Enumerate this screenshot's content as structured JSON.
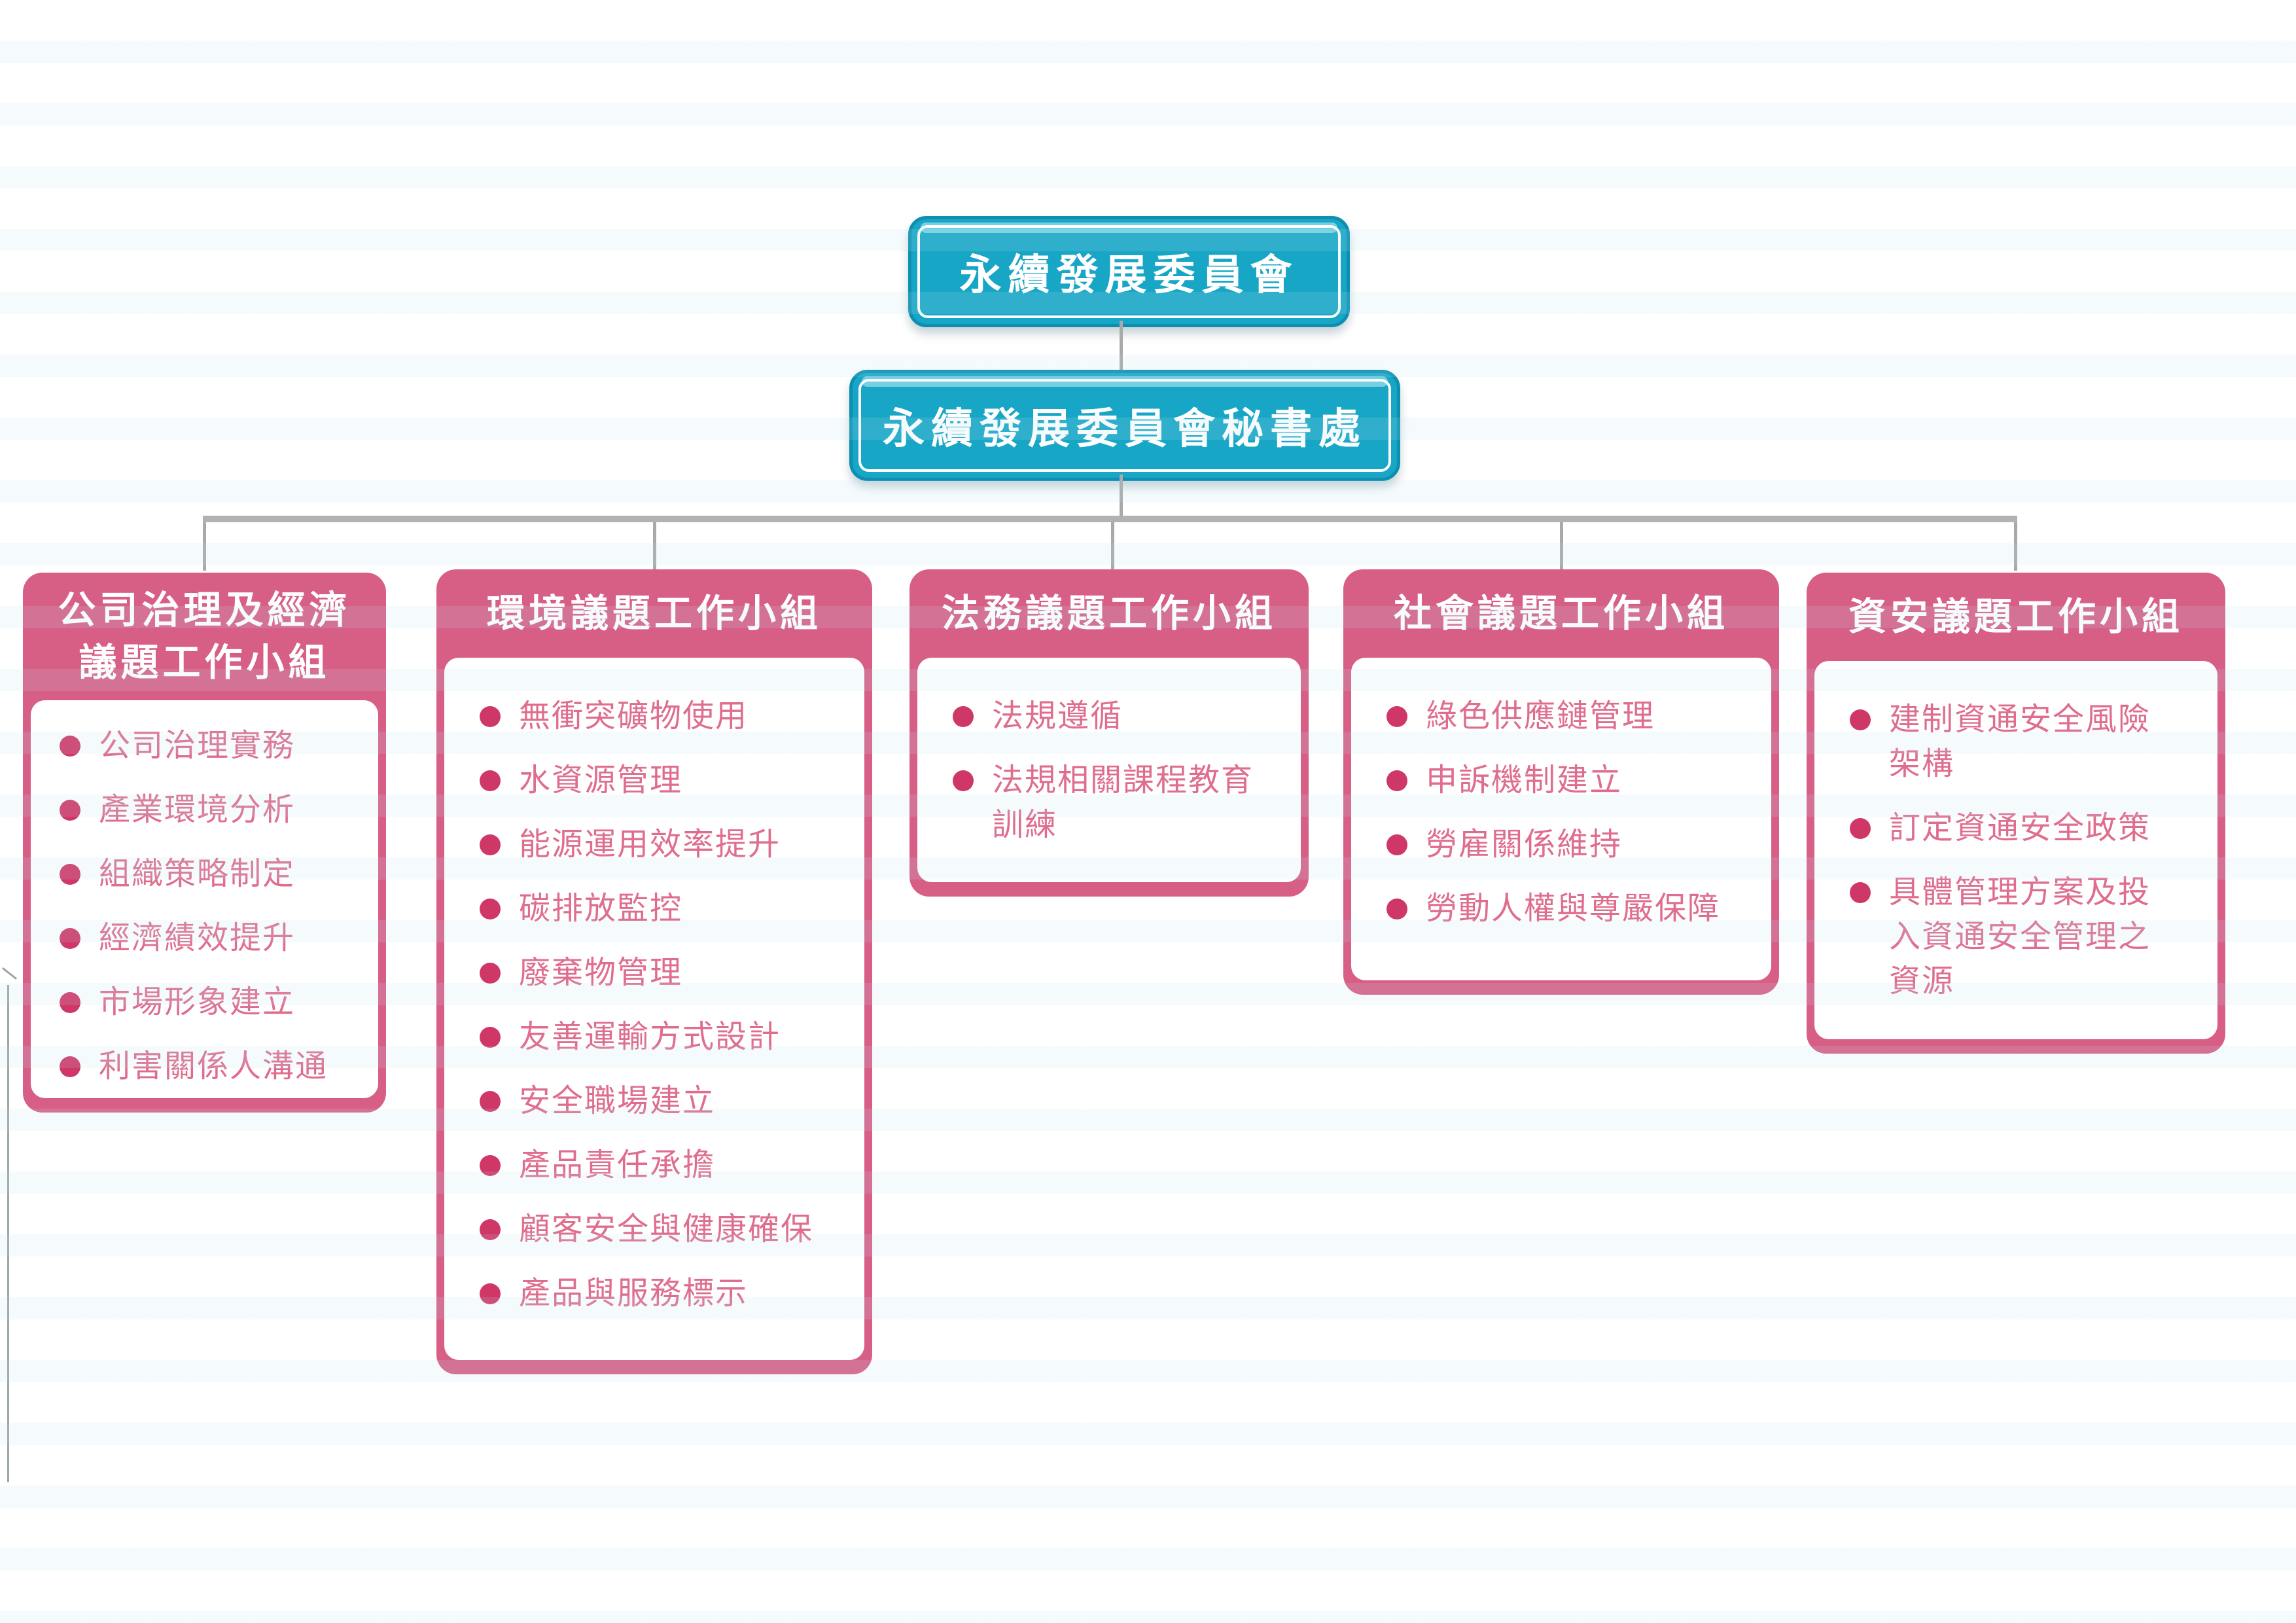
{
  "colors": {
    "teal": "#18a6c6",
    "teal_border": "#0c8fb0",
    "teal_gloss": "#8fd9ea",
    "pink": "#d75f85",
    "dot": "#cf3767",
    "item_text": "#df6e8e",
    "line_gray": "#a9a9a9",
    "bar_gray": "#b2b2b2",
    "stray": "#9ca6a2"
  },
  "diagram": {
    "committee": {
      "label": "永續發展委員會"
    },
    "secretariat": {
      "label": "永續發展委員會秘書處"
    },
    "groups": [
      {
        "title_lines": [
          "公司治理及經濟",
          "議題工作小組"
        ],
        "items": [
          [
            "公司治理實務"
          ],
          [
            "產業環境分析"
          ],
          [
            "組織策略制定"
          ],
          [
            "經濟績效提升"
          ],
          [
            "市場形象建立"
          ],
          [
            "利害關係人溝通"
          ]
        ]
      },
      {
        "title_lines": [
          "環境議題工作小組"
        ],
        "items": [
          [
            "無衝突礦物使用"
          ],
          [
            "水資源管理"
          ],
          [
            "能源運用效率提升"
          ],
          [
            "碳排放監控"
          ],
          [
            "廢棄物管理"
          ],
          [
            "友善運輸方式設計"
          ],
          [
            "安全職場建立"
          ],
          [
            "產品責任承擔"
          ],
          [
            "顧客安全與健康確保"
          ],
          [
            "產品與服務標示"
          ]
        ]
      },
      {
        "title_lines": [
          "法務議題工作小組"
        ],
        "items": [
          [
            "法規遵循"
          ],
          [
            "法規相關課程教育",
            "訓練"
          ]
        ]
      },
      {
        "title_lines": [
          "社會議題工作小組"
        ],
        "items": [
          [
            "綠色供應鏈管理"
          ],
          [
            "申訴機制建立"
          ],
          [
            "勞雇關係維持"
          ],
          [
            "勞動人權與尊嚴保障"
          ]
        ]
      },
      {
        "title_lines": [
          "資安議題工作小組"
        ],
        "items": [
          [
            "建制資通安全風險",
            "架構"
          ],
          [
            "訂定資通安全政策"
          ],
          [
            "具體管理方案及投",
            "入資通安全管理之",
            "資源"
          ]
        ]
      }
    ]
  }
}
